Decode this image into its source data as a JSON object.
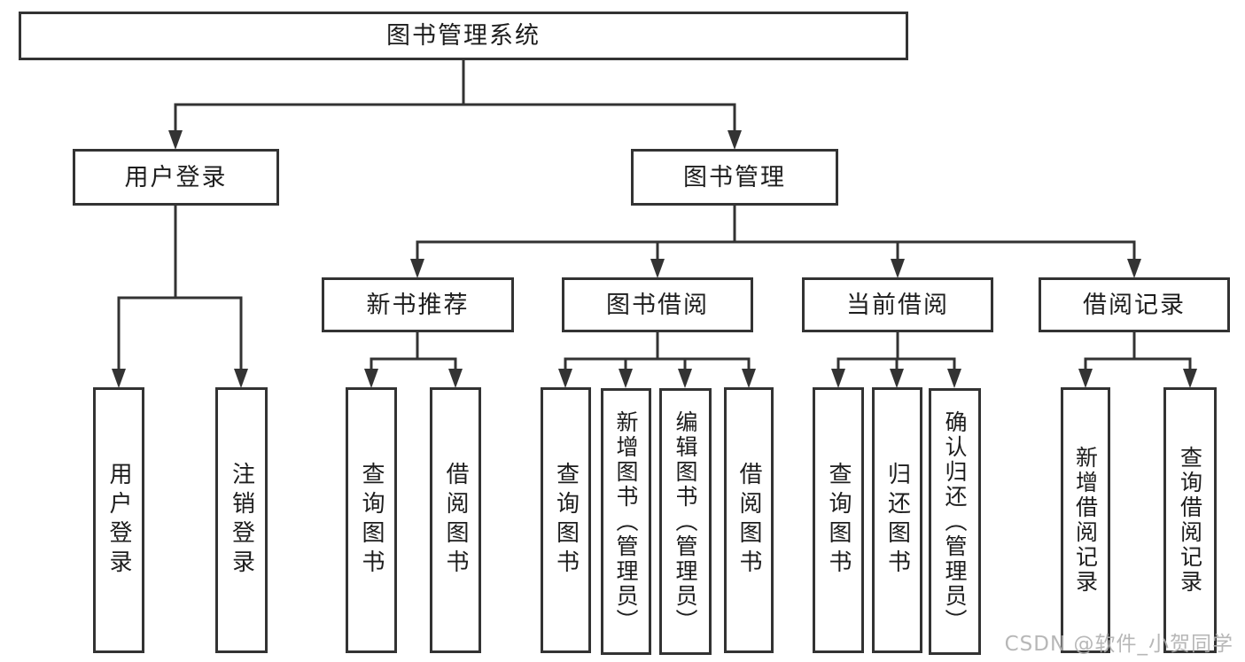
{
  "colors": {
    "line": "#333333",
    "text": "#1d1d1d",
    "watermark": "#b0b0b0",
    "bg": "#ffffff"
  },
  "tree": {
    "label": "图书管理系统",
    "children": [
      {
        "label": "用户登录",
        "children": [
          {
            "label": "用户登录"
          },
          {
            "label": "注销登录"
          }
        ]
      },
      {
        "label": "图书管理",
        "children": [
          {
            "label": "新书推荐",
            "children": [
              {
                "label": "查询图书"
              },
              {
                "label": "借阅图书"
              }
            ]
          },
          {
            "label": "图书借阅",
            "children": [
              {
                "label": "查询图书"
              },
              {
                "label": "新增图书（管理员）"
              },
              {
                "label": "编辑图书（管理员）"
              },
              {
                "label": "借阅图书"
              }
            ]
          },
          {
            "label": "当前借阅",
            "children": [
              {
                "label": "查询图书"
              },
              {
                "label": "归还图书"
              },
              {
                "label": "确认归还（管理员）"
              }
            ]
          },
          {
            "label": "借阅记录",
            "children": [
              {
                "label": "新增借阅记录"
              },
              {
                "label": "查询借阅记录"
              }
            ]
          }
        ]
      }
    ]
  },
  "watermark": {
    "text": "CSDN @软件_小贺同学"
  }
}
